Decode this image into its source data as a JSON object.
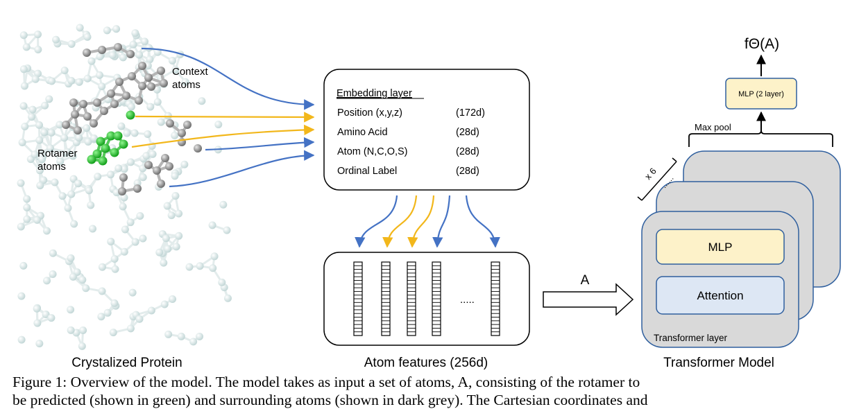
{
  "protein": {
    "context_label": [
      "Context",
      "atoms"
    ],
    "rotamer_label": [
      "Rotamer",
      "atoms"
    ],
    "title": "Crystalized Protein"
  },
  "embedding": {
    "heading": "Embedding layer",
    "rows": [
      {
        "name": "Position (x,y,z)",
        "dim": "(172d)"
      },
      {
        "name": "Amino Acid",
        "dim": "(28d)"
      },
      {
        "name": "Atom (N,C,O,S)",
        "dim": "(28d)"
      },
      {
        "name": "Ordinal Label",
        "dim": "(28d)"
      }
    ]
  },
  "atom_features": {
    "ellipsis": ".....",
    "title": "Atom features (256d)"
  },
  "arrow_label": "A",
  "transformer": {
    "output": "fΘ(A)",
    "mlp_head": "MLP (2 layer)",
    "max_pool": "Max pool",
    "repeat": "x 6",
    "repeat_dots": "......",
    "mlp": "MLP",
    "attention": "Attention",
    "layer_label": "Transformer layer",
    "title": "Transformer Model"
  },
  "caption": {
    "line1": "Figure 1: Overview of the model. The model takes as input a set of atoms, A, consisting of the rotamer to",
    "line2": "be predicted (shown in green) and surrounding atoms (shown in dark grey). The Cartesian coordinates and"
  },
  "colors": {
    "blue_arrow": "#4472c4",
    "yellow_arrow": "#f2b71b",
    "mlp_fill": "#fdf2c9",
    "mlp_stroke": "#2f5f9e",
    "attention_fill": "#dde7f4",
    "layer_fill": "#d9d9d9",
    "layer_stroke": "#2f5f9e",
    "context_atom": "#9a9a9a",
    "rotamer_atom": "#22c02a",
    "background_atom": "#d8e6e6"
  }
}
